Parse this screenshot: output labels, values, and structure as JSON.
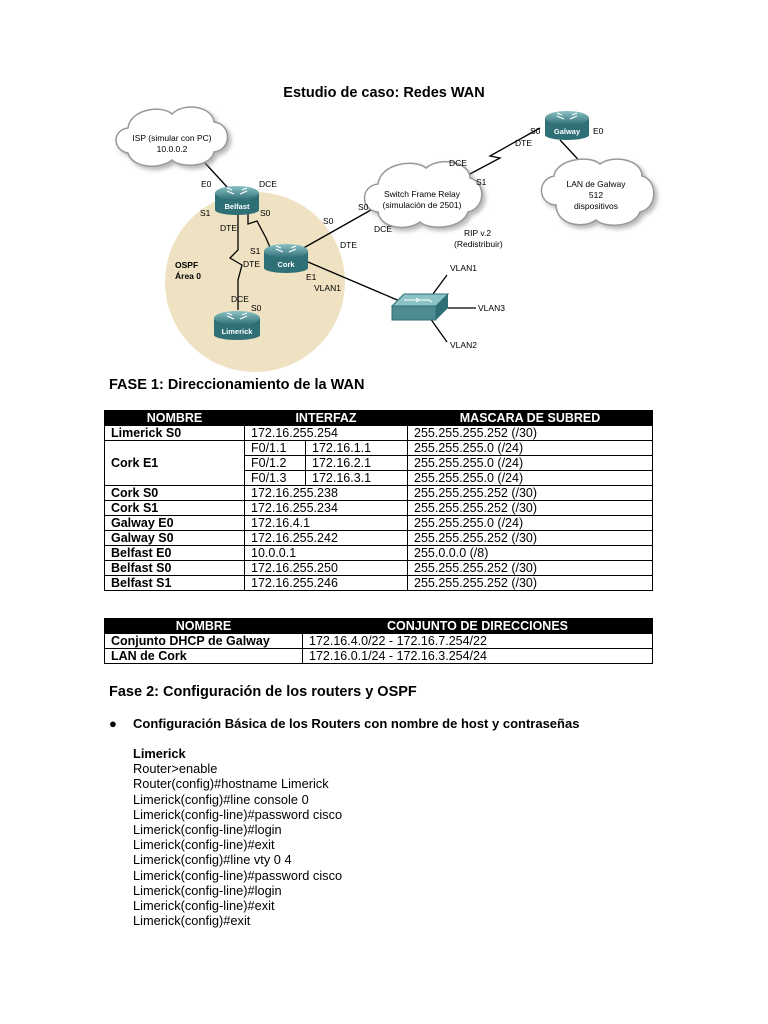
{
  "title": "Estudio de caso: Redes WAN",
  "diagram": {
    "isp_cloud": {
      "line1": "ISP (simular con PC)",
      "line2": "10.0.0.2"
    },
    "frame_relay_cloud": {
      "line1": "Switch Frame Relay",
      "line2": "(simulación de 2501)"
    },
    "galway_lan_cloud": {
      "line1": "LAN de Galway",
      "line2": "512",
      "line3": "dispositivos"
    },
    "routers": {
      "belfast": "Belfast",
      "cork": "Cork",
      "limerick": "Limerick",
      "galway": "Galway"
    },
    "ospf": {
      "line1": "OSPF",
      "line2": "Área 0"
    },
    "rip": {
      "line1": "RIP v.2",
      "line2": "(Redistribuir)"
    },
    "labels": {
      "e0": "E0",
      "dce": "DCE",
      "dte": "DTE",
      "s0": "S0",
      "s1": "S1",
      "e1": "E1",
      "vlan1": "VLAN1",
      "vlan3": "VLAN3",
      "vlan2": "VLAN2"
    }
  },
  "phase1": {
    "heading": "FASE 1: Direccionamiento de la WAN",
    "headers": [
      "NOMBRE",
      "INTERFAZ",
      "MASCARA DE SUBRED"
    ],
    "limerick_s0": {
      "name": "Limerick S0",
      "ip": "172.16.255.254",
      "mask": "255.255.255.252 (/30)"
    },
    "cork_e1": {
      "name": "Cork E1",
      "subs": [
        {
          "sub": "F0/1.1",
          "ip": "172.16.1.1",
          "mask": "255.255.255.0 (/24)"
        },
        {
          "sub": "F0/1.2",
          "ip": "172.16.2.1",
          "mask": "255.255.255.0 (/24)"
        },
        {
          "sub": "F0/1.3",
          "ip": "172.16.3.1",
          "mask": "255.255.255.0 (/24)"
        }
      ]
    },
    "rows": [
      {
        "name": "Cork S0",
        "ip": "172.16.255.238",
        "mask": "255.255.255.252 (/30)"
      },
      {
        "name": "Cork S1",
        "ip": "172.16.255.234",
        "mask": "255.255.255.252 (/30)"
      },
      {
        "name": "Galway E0",
        "ip": "172.16.4.1",
        "mask": "255.255.255.0 (/24)"
      },
      {
        "name": "Galway S0",
        "ip": "172.16.255.242",
        "mask": "255.255.255.252 (/30)"
      },
      {
        "name": "Belfast E0",
        "ip": "10.0.0.1",
        "mask": "255.0.0.0 (/8)"
      },
      {
        "name": "Belfast S0",
        "ip": "172.16.255.250",
        "mask": "255.255.255.252 (/30)"
      },
      {
        "name": "Belfast S1",
        "ip": "172.16.255.246",
        "mask": "255.255.255.252 (/30)"
      }
    ]
  },
  "pool_table": {
    "headers": [
      "NOMBRE",
      "CONJUNTO DE DIRECCIONES"
    ],
    "rows": [
      {
        "name": "Conjunto DHCP de Galway",
        "range": "172.16.4.0/22 - 172.16.7.254/22"
      },
      {
        "name": "LAN de Cork",
        "range": "172.16.0.1/24 - 172.16.3.254/24"
      }
    ]
  },
  "phase2": {
    "heading": "Fase 2: Configuración de los routers y OSPF",
    "bullet_glyph": "●",
    "bullet": "Configuración  Básica de los Routers con nombre de host y contraseñas",
    "code_header": "Limerick",
    "code_lines": [
      "Router>enable",
      "Router(config)#hostname Limerick",
      "Limerick(config)#line console 0",
      "Limerick(config-line)#password cisco",
      "Limerick(config-line)#login",
      "Limerick(config-line)#exit",
      "Limerick(config)#line vty 0 4",
      "Limerick(config-line)#password cisco",
      "Limerick(config-line)#login",
      "Limerick(config-line)#exit",
      "Limerick(config)#exit"
    ]
  },
  "colors": {
    "ospf_area": "#efe2c2",
    "router": "#4d8b91",
    "cloud_fill": "#ffffff",
    "cloud_stroke": "#999999",
    "header_bg": "#000000"
  }
}
